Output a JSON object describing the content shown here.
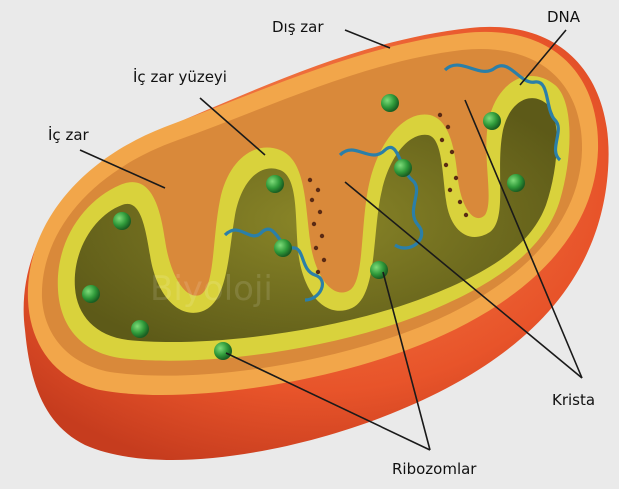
{
  "labels": {
    "outer_membrane": "Dış zar",
    "inner_membrane_surface": "İç zar yüzeyi",
    "inner_membrane": "İç zar",
    "dna": "DNA",
    "crista": "Krista",
    "ribosomes": "Ribozomlar"
  },
  "watermark": "Biyoloji",
  "colors": {
    "background": "#eaeaea",
    "outer_shell": "#e8542a",
    "outer_rim": "#f2a64a",
    "intermembrane": "#d9893a",
    "inner_membrane": "#d9d23c",
    "matrix": "#6f6c1f",
    "dna": "#2b7fa8",
    "ribosome": "#5a2a14",
    "granule": "#2f9a3a"
  }
}
